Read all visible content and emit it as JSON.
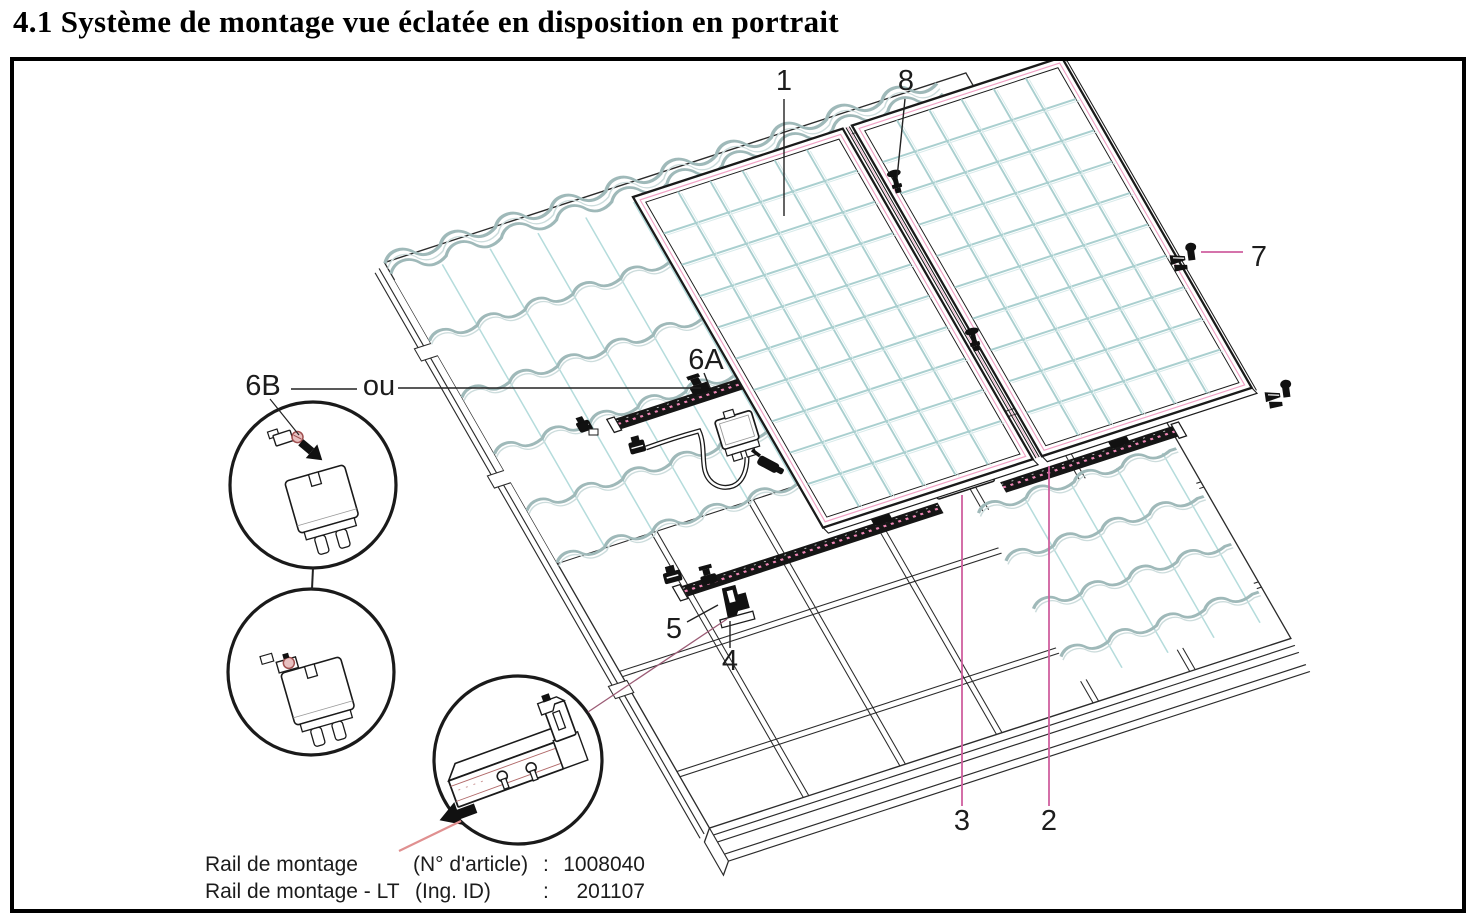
{
  "title": "4.1 Système de montage vue éclatée en disposition en portrait",
  "diagram": {
    "callouts": {
      "c1": "1",
      "c2": "2",
      "c3": "3",
      "c4": "4",
      "c5": "5",
      "c6a": "6A",
      "c6b": "6B",
      "or_label": "ou",
      "c7": "7",
      "c8": "8"
    },
    "legend": {
      "rows": [
        {
          "label": "Rail de montage",
          "key": "(N° d'article)",
          "colon": ":",
          "value": "1008040"
        },
        {
          "label": "Rail de montage - LT",
          "key": "(Ing. ID)",
          "colon": ":",
          "value": "201107"
        }
      ]
    },
    "colors": {
      "line": "#1a1a1a",
      "accent_pink": "#ef9ec2",
      "leader_magenta": "#cf5f9f",
      "leader_red": "#e09090",
      "tile_gray": "#9fb9b9",
      "tile_cyan": "#b5dcdc",
      "panel_grid": "#a9cfcf"
    }
  }
}
